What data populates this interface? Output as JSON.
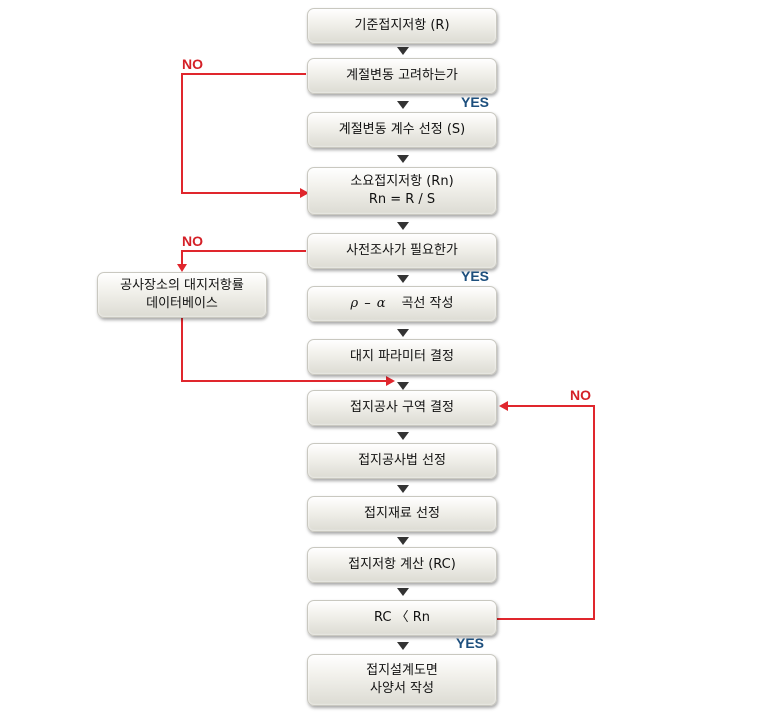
{
  "colors": {
    "arrow_dark": "#333333",
    "loop_red": "#e0262d",
    "no_label": "#d42027",
    "yes_label": "#1d4f7d"
  },
  "boxes": {
    "reference_resistance": "기준접지저항 (R)",
    "seasonal_question": "계절변동 고려하는가",
    "seasonal_coefficient": "계절변동 계수 선정 (S)",
    "required_line1": "소요접지저항 (Rn)",
    "required_line2": "Rn = R / S",
    "survey_question": "사전조사가 필요한가",
    "curve_rho": "ρ",
    "curve_dash": "–",
    "curve_alpha": "α",
    "curve_text": "곡선 작성",
    "earth_parameter": "대지 파라미터 결정",
    "construction_zone": "접지공사 구역 결정",
    "construction_method": "접지공사법 선정",
    "material": "접지재료 선정",
    "calculation": "접지저항 계산 (RC)",
    "compare": "RC 〈 Rn",
    "spec_line1": "접지설계도면",
    "spec_line2": "사양서 작성",
    "database_line1": "공사장소의 대지저항률",
    "database_line2": "데이터베이스"
  },
  "labels": {
    "no": "NO",
    "yes": "YES"
  }
}
